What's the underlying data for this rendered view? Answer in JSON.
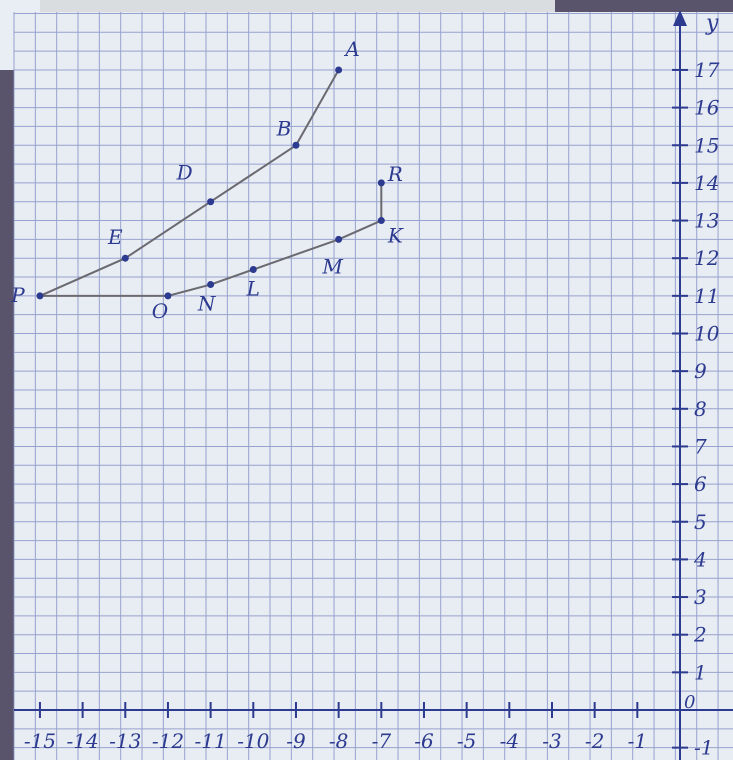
{
  "image": {
    "description_type": "photo of squared notebook paper with a hand-drawn coordinate plot",
    "colors": {
      "paper": "#e8ecf3",
      "grid": "#8a96c8",
      "ink": "#2c3a8f",
      "pencil": "#6a6a70",
      "frame": "#59546b"
    }
  },
  "axes": {
    "x_ticks": [
      "-15",
      "-14",
      "-13",
      "-12",
      "-11",
      "-10",
      "-9",
      "-8",
      "-7",
      "-6",
      "-5",
      "-4",
      "-3",
      "-2",
      "-1"
    ],
    "y_ticks": [
      "-1",
      "1",
      "2",
      "3",
      "4",
      "5",
      "6",
      "7",
      "8",
      "9",
      "10",
      "11",
      "12",
      "13",
      "14",
      "15",
      "16",
      "17"
    ],
    "origin_label": "0",
    "y_axis_label": "y"
  },
  "points": [
    {
      "label": "A",
      "x": -8,
      "y": 17
    },
    {
      "label": "B",
      "x": -9,
      "y": 15
    },
    {
      "label": "D",
      "x": -11,
      "y": 13.5
    },
    {
      "label": "E",
      "x": -13,
      "y": 12
    },
    {
      "label": "P",
      "x": -15,
      "y": 11
    },
    {
      "label": "O",
      "x": -12,
      "y": 11
    },
    {
      "label": "N",
      "x": -11,
      "y": 11.3
    },
    {
      "label": "L",
      "x": -10,
      "y": 11.7
    },
    {
      "label": "M",
      "x": -8,
      "y": 12.5
    },
    {
      "label": "K",
      "x": -7,
      "y": 13
    },
    {
      "label": "R",
      "x": -7,
      "y": 14
    }
  ],
  "path_order": [
    "A",
    "B",
    "D",
    "E",
    "P",
    "O",
    "N",
    "L",
    "M",
    "K",
    "R"
  ]
}
